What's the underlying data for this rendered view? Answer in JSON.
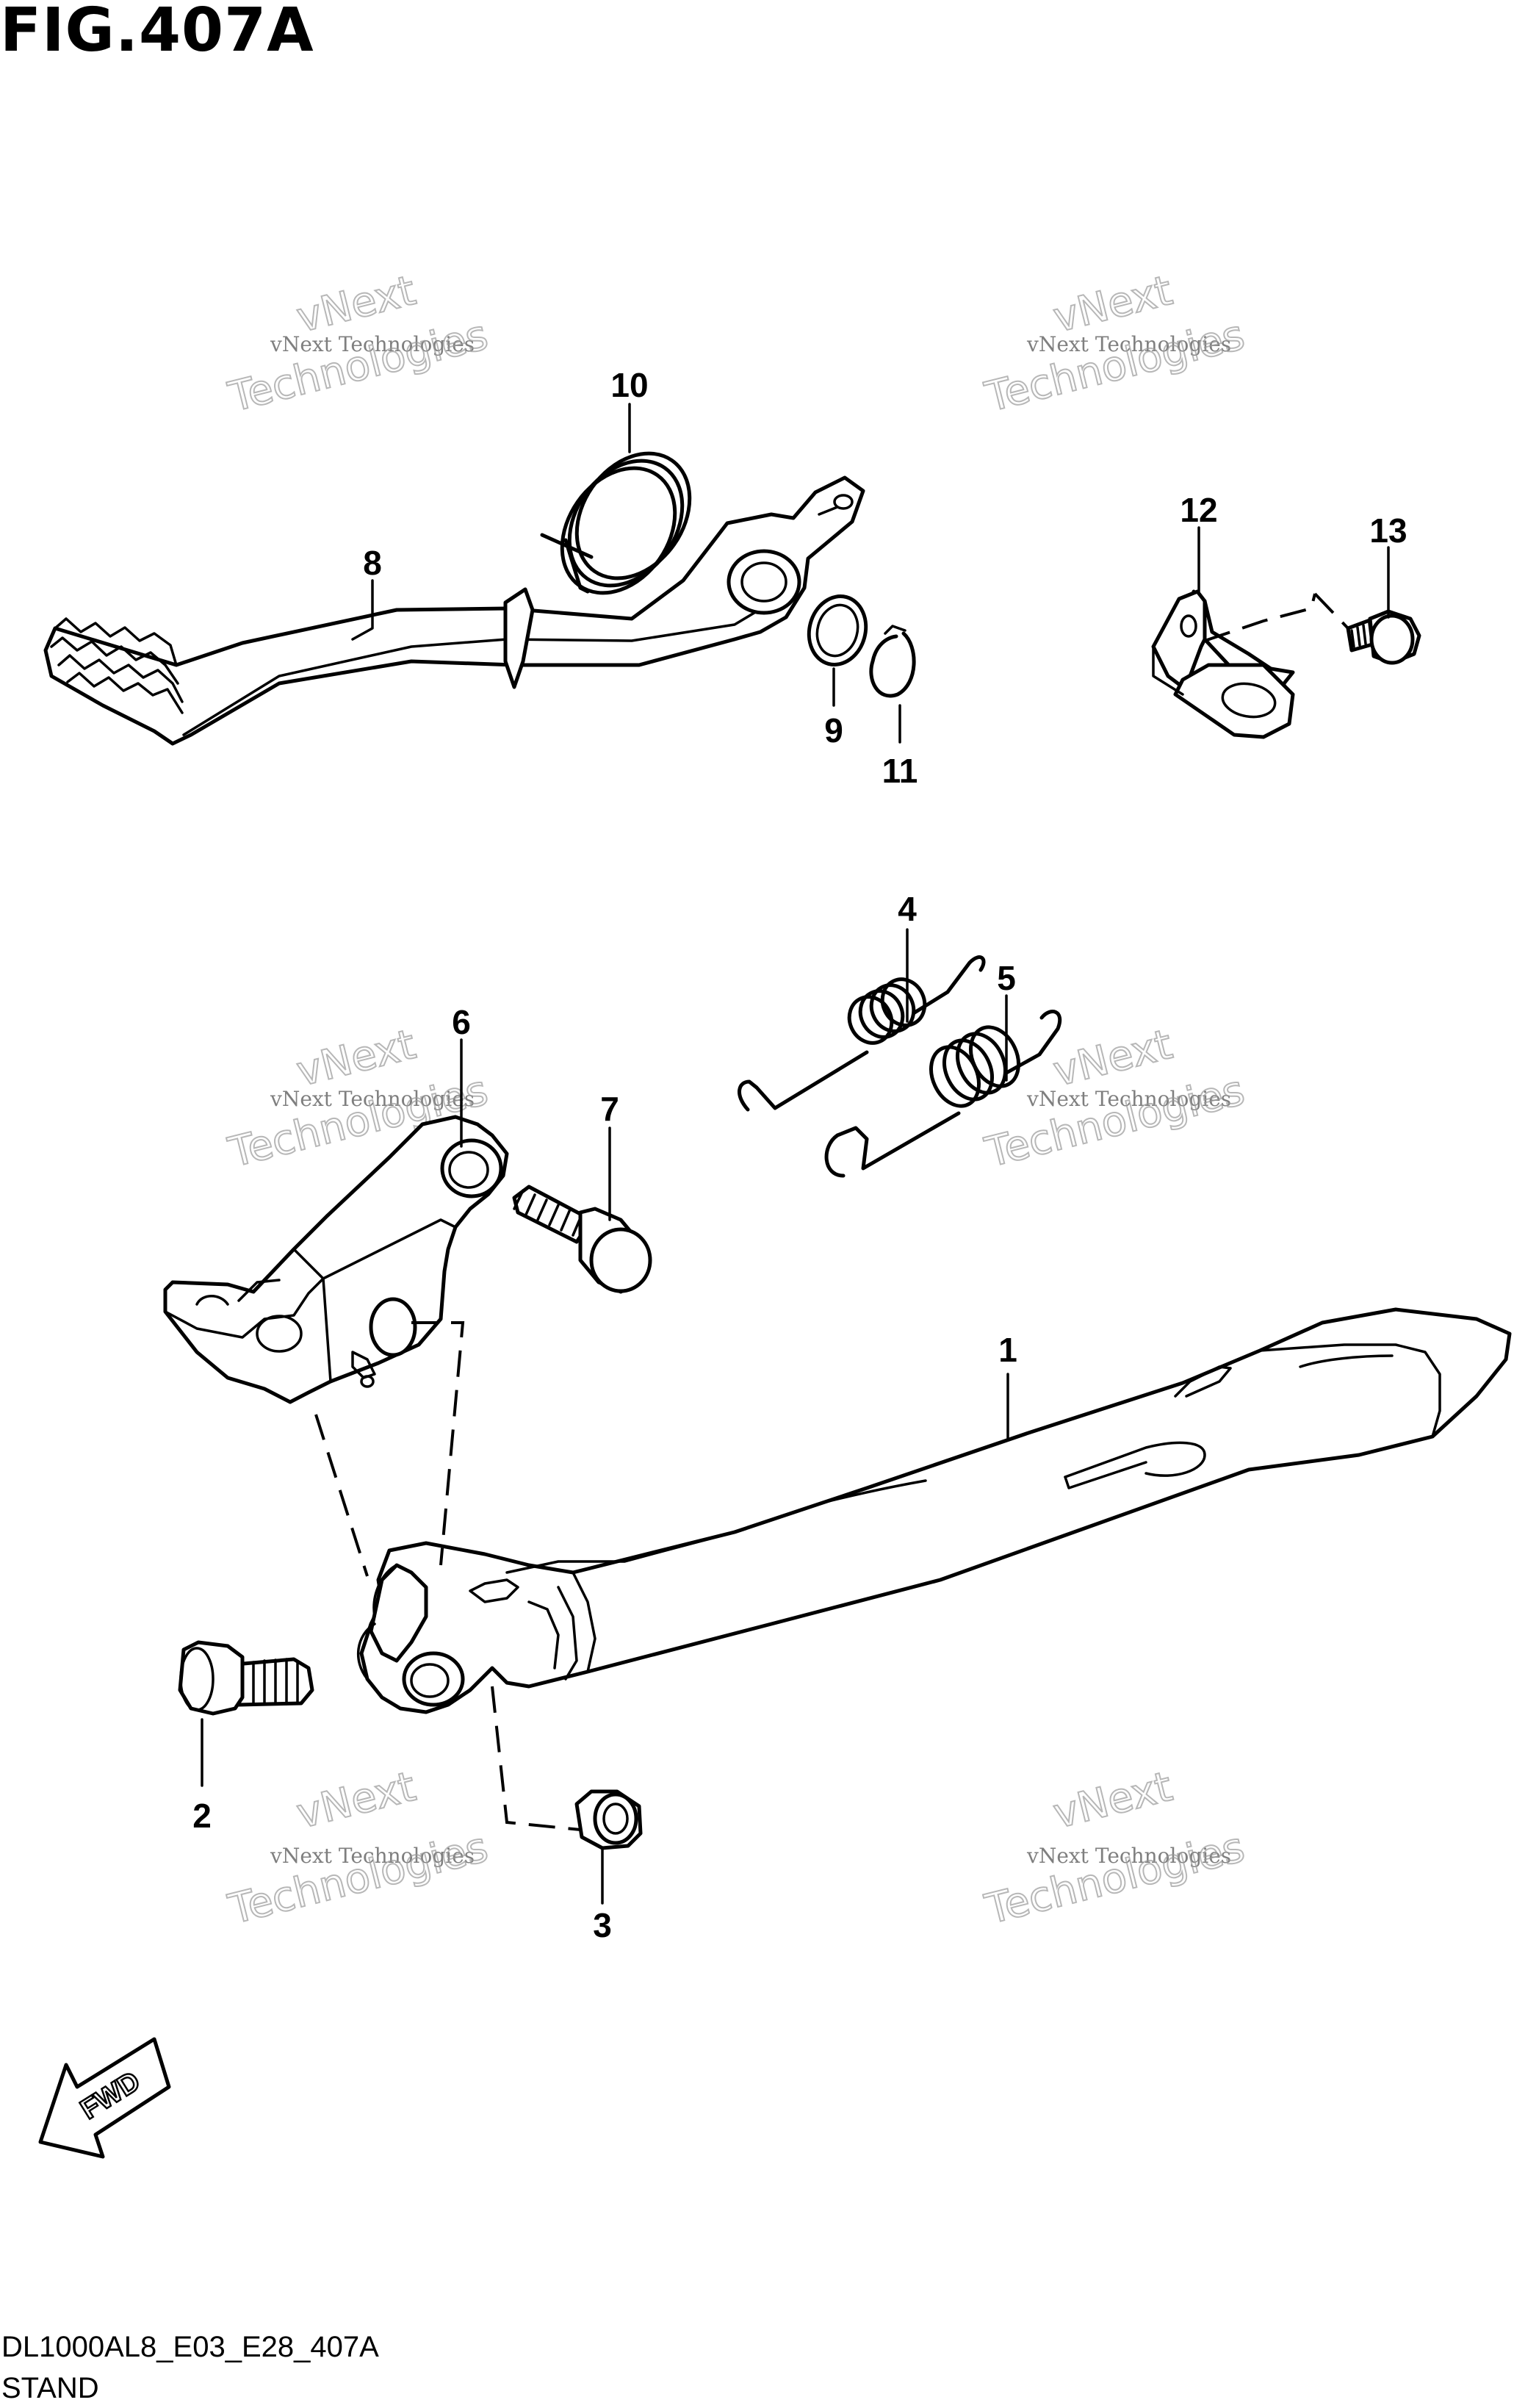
{
  "figure_title": "FIG.407A",
  "footer": {
    "code": "DL1000AL8_E03_E28_407A",
    "name": "STAND"
  },
  "fwd_label": "FWD",
  "watermark": {
    "line1": "vNext Technologies",
    "line2": "vNext",
    "line3": "Technologies"
  },
  "callouts": [
    "1",
    "2",
    "3",
    "4",
    "5",
    "6",
    "7",
    "8",
    "9",
    "10",
    "11",
    "12",
    "13"
  ]
}
